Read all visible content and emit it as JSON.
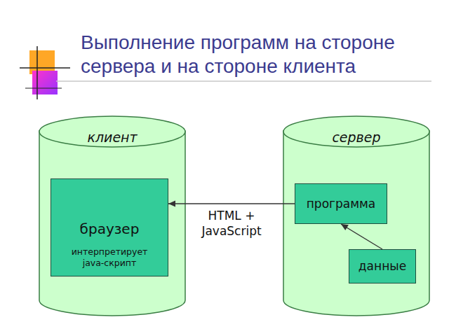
{
  "diagram": {
    "title": "Выполнение программ на стороне сервера и на стороне клиента",
    "nodes": [
      {
        "text": [
          "клиент"
        ]
      },
      {
        "text": [
          "браузер",
          "интерпретирует java-скрипт"
        ],
        "in": 0
      },
      {
        "text": [
          "сервер"
        ]
      },
      {
        "text": [
          "программа"
        ],
        "in": 2
      },
      {
        "text": [
          "данные"
        ],
        "in": 2
      }
    ],
    "edges": [
      {
        "from": 3,
        "to": 1,
        "arrow": "to",
        "label": "HTML + JavaScript"
      },
      {
        "from": 4,
        "to": 3,
        "arrow": "to"
      }
    ]
  }
}
